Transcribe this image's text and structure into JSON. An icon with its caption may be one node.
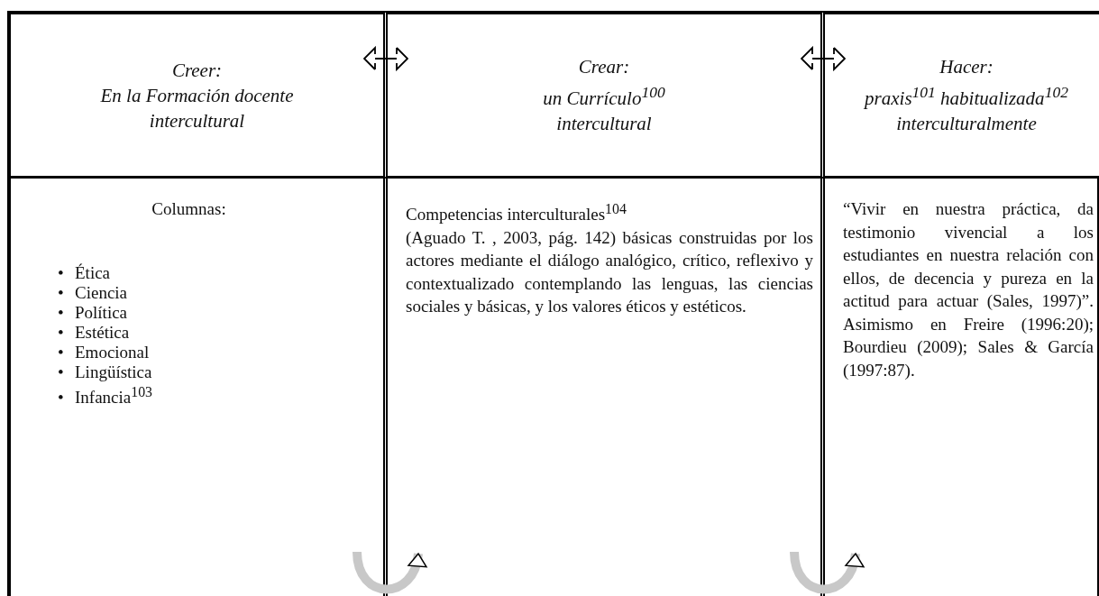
{
  "diagram": {
    "nodes": [
      {
        "text": [
          "Creer:",
          "En la Formación docente intercultural"
        ]
      },
      {
        "text": [
          "Crear:",
          "un Currículo$^{100}$ intercultural"
        ]
      },
      {
        "text": [
          "Hacer:",
          "praxis$^{101}$ habitualizada$^{102}$ interculturalmente"
        ]
      },
      {
        "text": [
          "Columnas:",
          "•\tÉtica",
          "•\tCiencia",
          "•\tPolítica",
          "•\tEstética",
          "•\tEmocional",
          "•\tLingüística",
          "•\tInfancia$^{103}$"
        ]
      },
      {
        "text": [
          "Competencias interculturales$^{104}$",
          "(Aguado T. , 2003, pág. 142) básicas construidas por los actores mediante el diálogo analógico, crítico, reflexivo y contextualizado contemplando las lenguas, las ciencias sociales y  básicas, y los valores éticos y estéticos."
        ]
      },
      {
        "text": [
          "“Vivir en nuestra práctica, da testimonio vivencial a los estudiantes en nuestra relación con ellos, de decencia y pureza en la actitud para actuar  (Sales, 1997)”. Asimismo en Freire (1996:20); Bourdieu (2009); Sales & García (1997:87)."
        ]
      }
    ],
    "edges": [
      {
        "from": 0,
        "to": 1,
        "arrow": "both"
      },
      {
        "from": 1,
        "to": 2,
        "arrow": "both"
      },
      {
        "from": 3,
        "to": 4,
        "arrow": "to",
        "style": "thick",
        "color": "#c8c8c8"
      },
      {
        "from": 4,
        "to": 5,
        "arrow": "to",
        "style": "thick",
        "color": "#c8c8c8"
      }
    ]
  }
}
